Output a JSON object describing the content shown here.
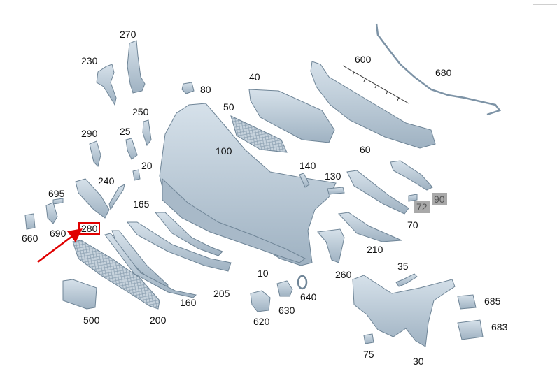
{
  "labels": {
    "p10": "10",
    "p20": "20",
    "p25": "25",
    "p30": "30",
    "p35": "35",
    "p40": "40",
    "p50": "50",
    "p60": "60",
    "p70": "70",
    "p72": "72",
    "p75": "75",
    "p80": "80",
    "p90": "90",
    "p100": "100",
    "p130": "130",
    "p140": "140",
    "p160": "160",
    "p165": "165",
    "p200": "200",
    "p205": "205",
    "p210": "210",
    "p230": "230",
    "p240": "240",
    "p250": "250",
    "p260": "260",
    "p270": "270",
    "p280": "280",
    "p290": "290",
    "p500": "500",
    "p600": "600",
    "p620": "620",
    "p630": "630",
    "p640": "640",
    "p660": "660",
    "p680": "680",
    "p683": "683",
    "p685": "685",
    "p690": "690",
    "p695": "695"
  },
  "colors": {
    "part_fill": "#b7c6d3",
    "part_stroke": "#6f8597",
    "highlight": "#e00000",
    "tag_bg": "#a9a9a9"
  }
}
